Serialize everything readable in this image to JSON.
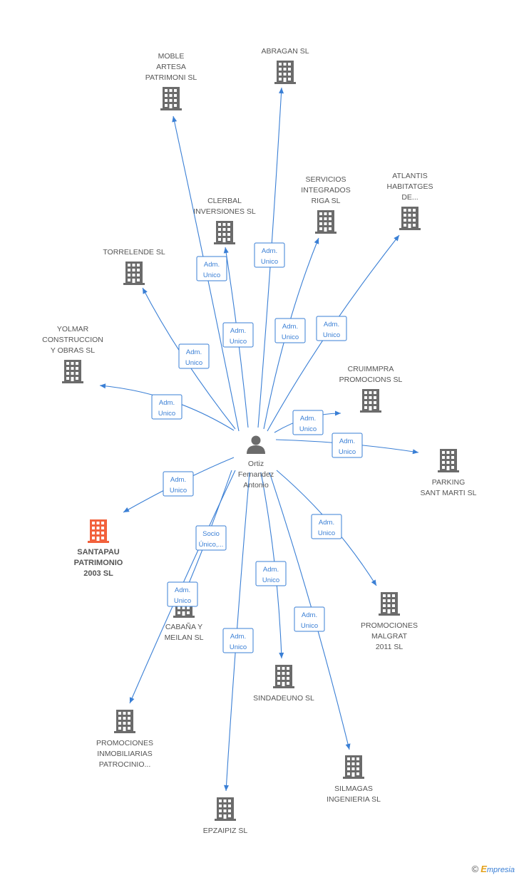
{
  "person": {
    "name_lines": [
      "Ortiz",
      "Fernandez",
      "Antonio"
    ]
  },
  "companies": [
    {
      "id": "moble",
      "lines": [
        "MOBLE",
        "ARTESA",
        "PATRIMONI SL"
      ],
      "main": false
    },
    {
      "id": "abragan",
      "lines": [
        "ABRAGAN SL"
      ],
      "main": false
    },
    {
      "id": "servicios",
      "lines": [
        "SERVICIOS",
        "INTEGRADOS",
        "RIGA SL"
      ],
      "main": false
    },
    {
      "id": "atlantis",
      "lines": [
        "ATLANTIS",
        "HABITATGES",
        "DE..."
      ],
      "main": false
    },
    {
      "id": "clerbal",
      "lines": [
        "CLERBAL",
        "INVERSIONES SL"
      ],
      "main": false
    },
    {
      "id": "torrelende",
      "lines": [
        "TORRELENDE SL"
      ],
      "main": false
    },
    {
      "id": "yolmar",
      "lines": [
        "YOLMAR",
        "CONSTRUCCION",
        "Y OBRAS SL"
      ],
      "main": false
    },
    {
      "id": "cruimmpra",
      "lines": [
        "CRUIMMPRA",
        "PROMOCIONS SL"
      ],
      "main": false
    },
    {
      "id": "parking",
      "lines": [
        "PARKING",
        "SANT MARTI  SL"
      ],
      "main": false
    },
    {
      "id": "santapau",
      "lines": [
        "SANTAPAU",
        "PATRIMONIO",
        "2003 SL"
      ],
      "main": true
    },
    {
      "id": "cabana",
      "lines": [
        "CABAÑA Y",
        "MEILAN SL"
      ],
      "main": false
    },
    {
      "id": "promalgrat",
      "lines": [
        "PROMOCIONES",
        "MALGRAT",
        "2011 SL"
      ],
      "main": false
    },
    {
      "id": "sindadeuno",
      "lines": [
        "SINDADEUNO  SL"
      ],
      "main": false
    },
    {
      "id": "promoinmo",
      "lines": [
        "PROMOCIONES",
        "INMOBILIARIAS",
        "PATROCINIO..."
      ],
      "main": false
    },
    {
      "id": "silmagas",
      "lines": [
        "SILMAGAS",
        "INGENIERIA SL"
      ],
      "main": false
    },
    {
      "id": "epzaipiz",
      "lines": [
        "EPZAIPIZ SL"
      ],
      "main": false
    }
  ],
  "edges": [
    {
      "target": "moble",
      "label": [
        "Adm.",
        "Unico"
      ]
    },
    {
      "target": "abragan",
      "label": [
        "Adm.",
        "Unico"
      ]
    },
    {
      "target": "servicios",
      "label": [
        "Adm.",
        "Unico"
      ]
    },
    {
      "target": "atlantis",
      "label": [
        "Adm.",
        "Unico"
      ]
    },
    {
      "target": "clerbal",
      "label": [
        "Adm.",
        "Unico"
      ]
    },
    {
      "target": "torrelende",
      "label": [
        "Adm.",
        "Unico"
      ]
    },
    {
      "target": "yolmar",
      "label": [
        "Adm.",
        "Unico"
      ]
    },
    {
      "target": "cruimmpra",
      "label": [
        "Adm.",
        "Unico"
      ]
    },
    {
      "target": "parking",
      "label": [
        "Adm.",
        "Unico"
      ]
    },
    {
      "target": "santapau",
      "label": [
        "Adm.",
        "Unico"
      ]
    },
    {
      "target": "cabana",
      "label": [
        "Socio",
        "Único,..."
      ]
    },
    {
      "target": "promoinmo",
      "label": [
        "Adm.",
        "Unico"
      ]
    },
    {
      "target": "promalgrat",
      "label": [
        "Adm.",
        "Unico"
      ]
    },
    {
      "target": "sindadeuno",
      "label": [
        "Adm.",
        "Unico"
      ]
    },
    {
      "target": "silmagas",
      "label": [
        "Adm.",
        "Unico"
      ]
    },
    {
      "target": "epzaipiz",
      "label": [
        "Adm.",
        "Unico"
      ]
    }
  ],
  "watermark": {
    "copyright": "©",
    "brand_first": "E",
    "brand_rest": "mpresia"
  }
}
